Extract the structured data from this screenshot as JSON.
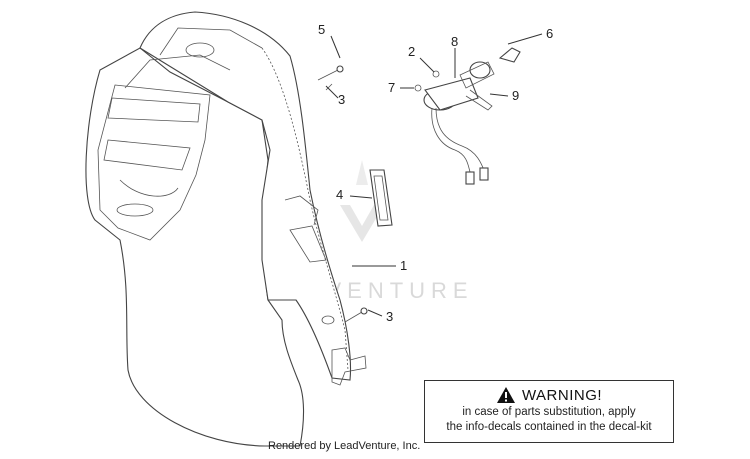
{
  "diagram": {
    "callouts": [
      {
        "id": "1",
        "label": "1"
      },
      {
        "id": "2",
        "label": "2"
      },
      {
        "id": "3a",
        "label": "3"
      },
      {
        "id": "3b",
        "label": "3"
      },
      {
        "id": "4",
        "label": "4"
      },
      {
        "id": "5",
        "label": "5"
      },
      {
        "id": "6",
        "label": "6"
      },
      {
        "id": "7",
        "label": "7"
      },
      {
        "id": "8",
        "label": "8"
      },
      {
        "id": "9",
        "label": "9"
      }
    ],
    "watermark": "LEADVENTURE"
  },
  "warning": {
    "title": "WARNING!",
    "line1": "in case of parts substitution, apply",
    "line2": "the info-decals contained in the decal-kit"
  },
  "footer": {
    "credit": "Rendered by LeadVenture, Inc."
  },
  "colors": {
    "line": "#333333",
    "background": "#ffffff",
    "watermark": "#d9d9d9"
  }
}
